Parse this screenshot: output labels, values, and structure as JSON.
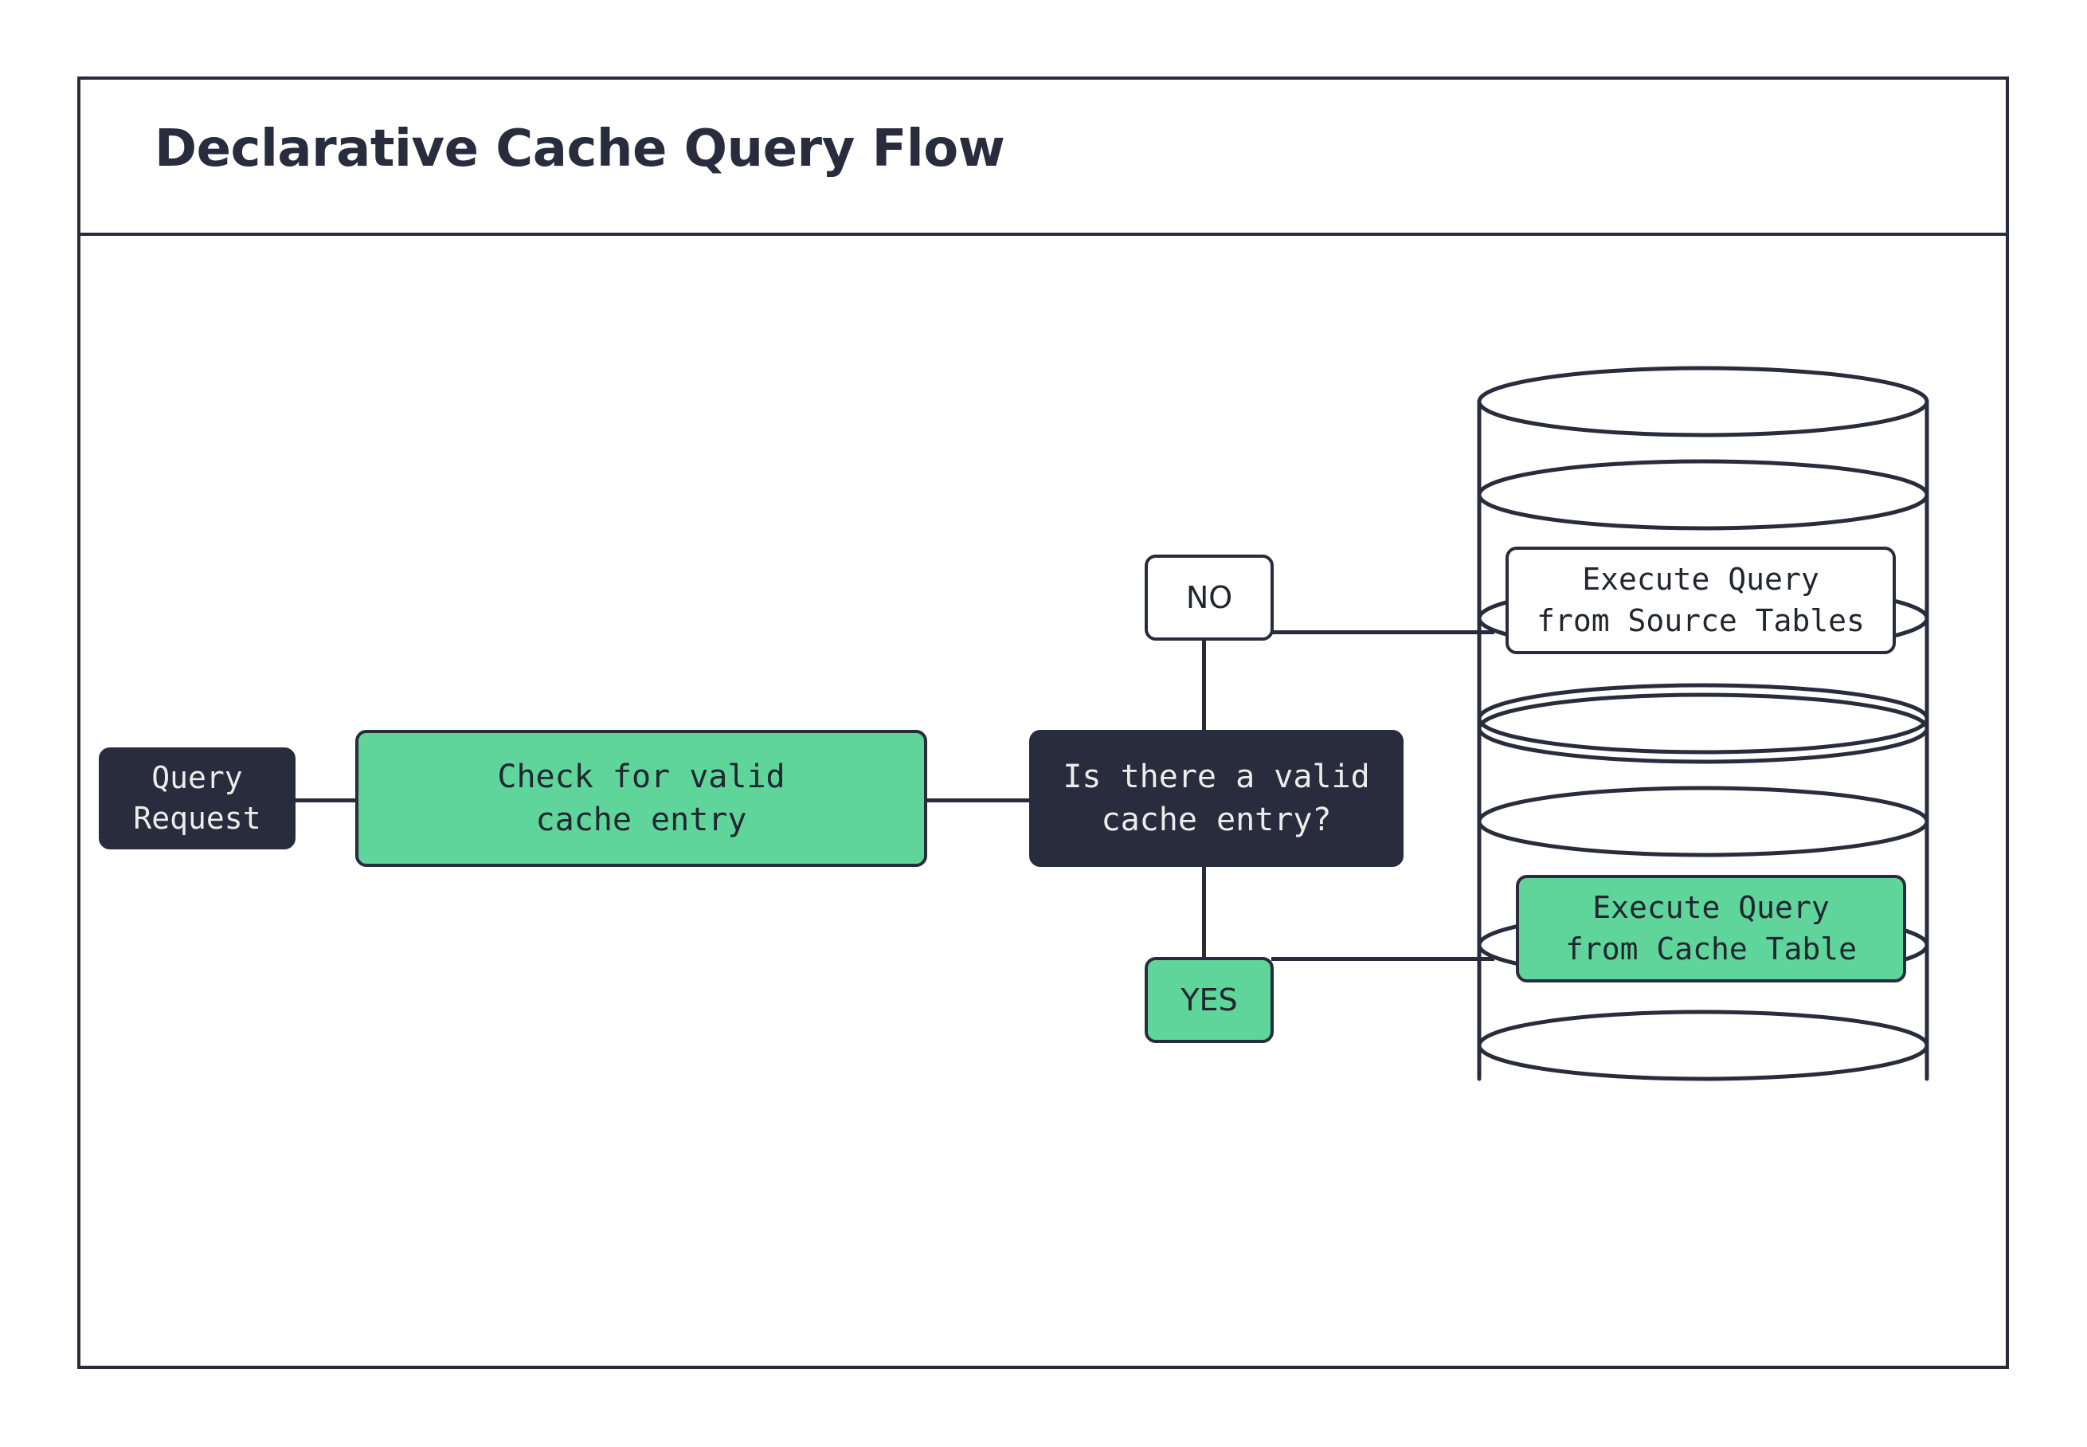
{
  "diagram": {
    "title": "Declarative Cache Query Flow",
    "type": "flowchart",
    "nodes": [
      {
        "id": "query-request",
        "label": "Query Request",
        "shape": "rounded-rect",
        "style": "dark",
        "fill": "#282c3c",
        "text_color": "#ececec"
      },
      {
        "id": "check-cache",
        "label": "Check for valid\ncache entry",
        "shape": "rounded-rect",
        "style": "green",
        "fill": "#5fd49b",
        "text_color": "#21262f"
      },
      {
        "id": "decision",
        "label": "Is there a valid\ncache entry?",
        "shape": "rounded-rect",
        "style": "dark",
        "fill": "#282c3c",
        "text_color": "#ececec"
      },
      {
        "id": "no-branch",
        "label": "NO",
        "shape": "rounded-rect",
        "style": "white",
        "fill": "#ffffff",
        "text_color": "#21262f"
      },
      {
        "id": "yes-branch",
        "label": "YES",
        "shape": "rounded-rect",
        "style": "green",
        "fill": "#5fd49b",
        "text_color": "#21262f"
      },
      {
        "id": "source-tables",
        "label": "Execute Query\nfrom Source Tables",
        "shape": "database-cylinder",
        "style": "white",
        "fill": "#ffffff",
        "text_color": "#21262f"
      },
      {
        "id": "cache-table",
        "label": "Execute Query\nfrom Cache Table",
        "shape": "database-cylinder",
        "style": "green",
        "fill": "#5fd49b",
        "text_color": "#21262f"
      }
    ],
    "edges": [
      {
        "from": "query-request",
        "to": "check-cache",
        "label": ""
      },
      {
        "from": "check-cache",
        "to": "decision",
        "label": ""
      },
      {
        "from": "decision",
        "to": "no-branch",
        "label": ""
      },
      {
        "from": "no-branch",
        "to": "source-tables",
        "label": ""
      },
      {
        "from": "decision",
        "to": "yes-branch",
        "label": ""
      },
      {
        "from": "yes-branch",
        "to": "cache-table",
        "label": ""
      }
    ],
    "colors": {
      "stroke": "#282c3c",
      "accent_green": "#5fd49b",
      "dark_fill": "#282c3c",
      "background": "#ffffff"
    }
  }
}
